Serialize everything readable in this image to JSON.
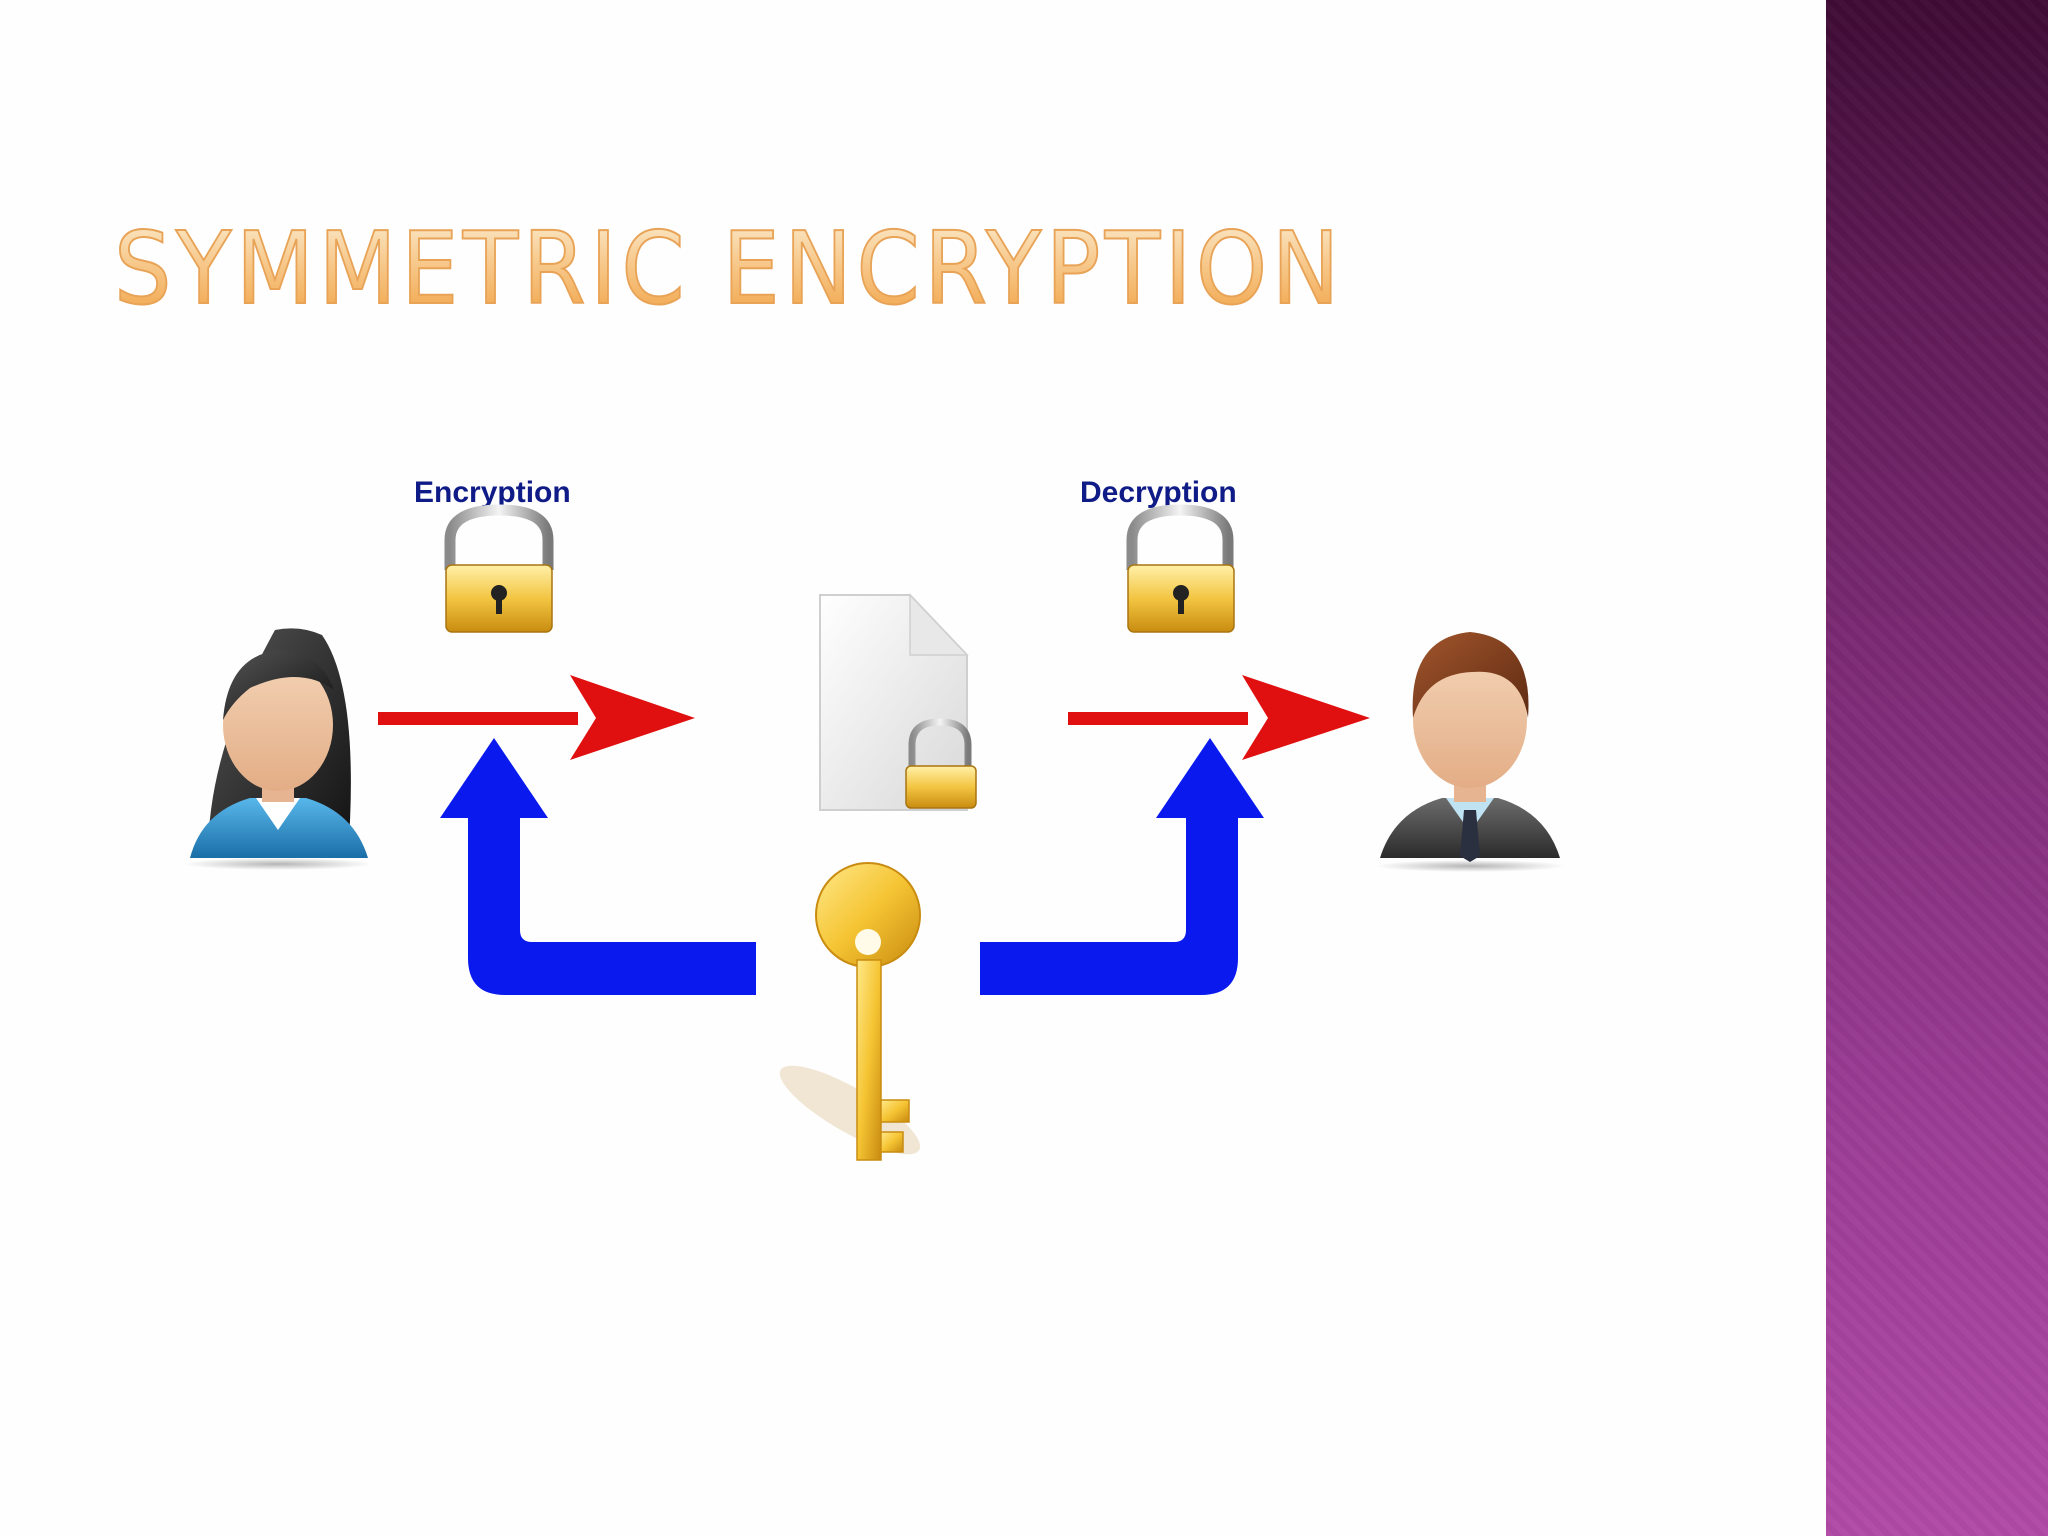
{
  "slide": {
    "title": "SYMMETRIC ENCRYPTION"
  },
  "diagram": {
    "labels": {
      "encryption": "Encryption",
      "decryption": "Decryption"
    },
    "nodes": [
      {
        "name": "sender",
        "icon": "woman-avatar-icon"
      },
      {
        "name": "encrypted-document",
        "icon": "locked-document-icon"
      },
      {
        "name": "receiver",
        "icon": "man-avatar-icon"
      },
      {
        "name": "shared-secret-key",
        "icon": "key-icon"
      }
    ]
  },
  "colors": {
    "title_gradient_top": "#f6e0b8",
    "title_gradient_bottom": "#f2a44a",
    "arrow_red": "#e01010",
    "arrow_blue": "#0a1aee",
    "side_band": "#7e2b77"
  }
}
